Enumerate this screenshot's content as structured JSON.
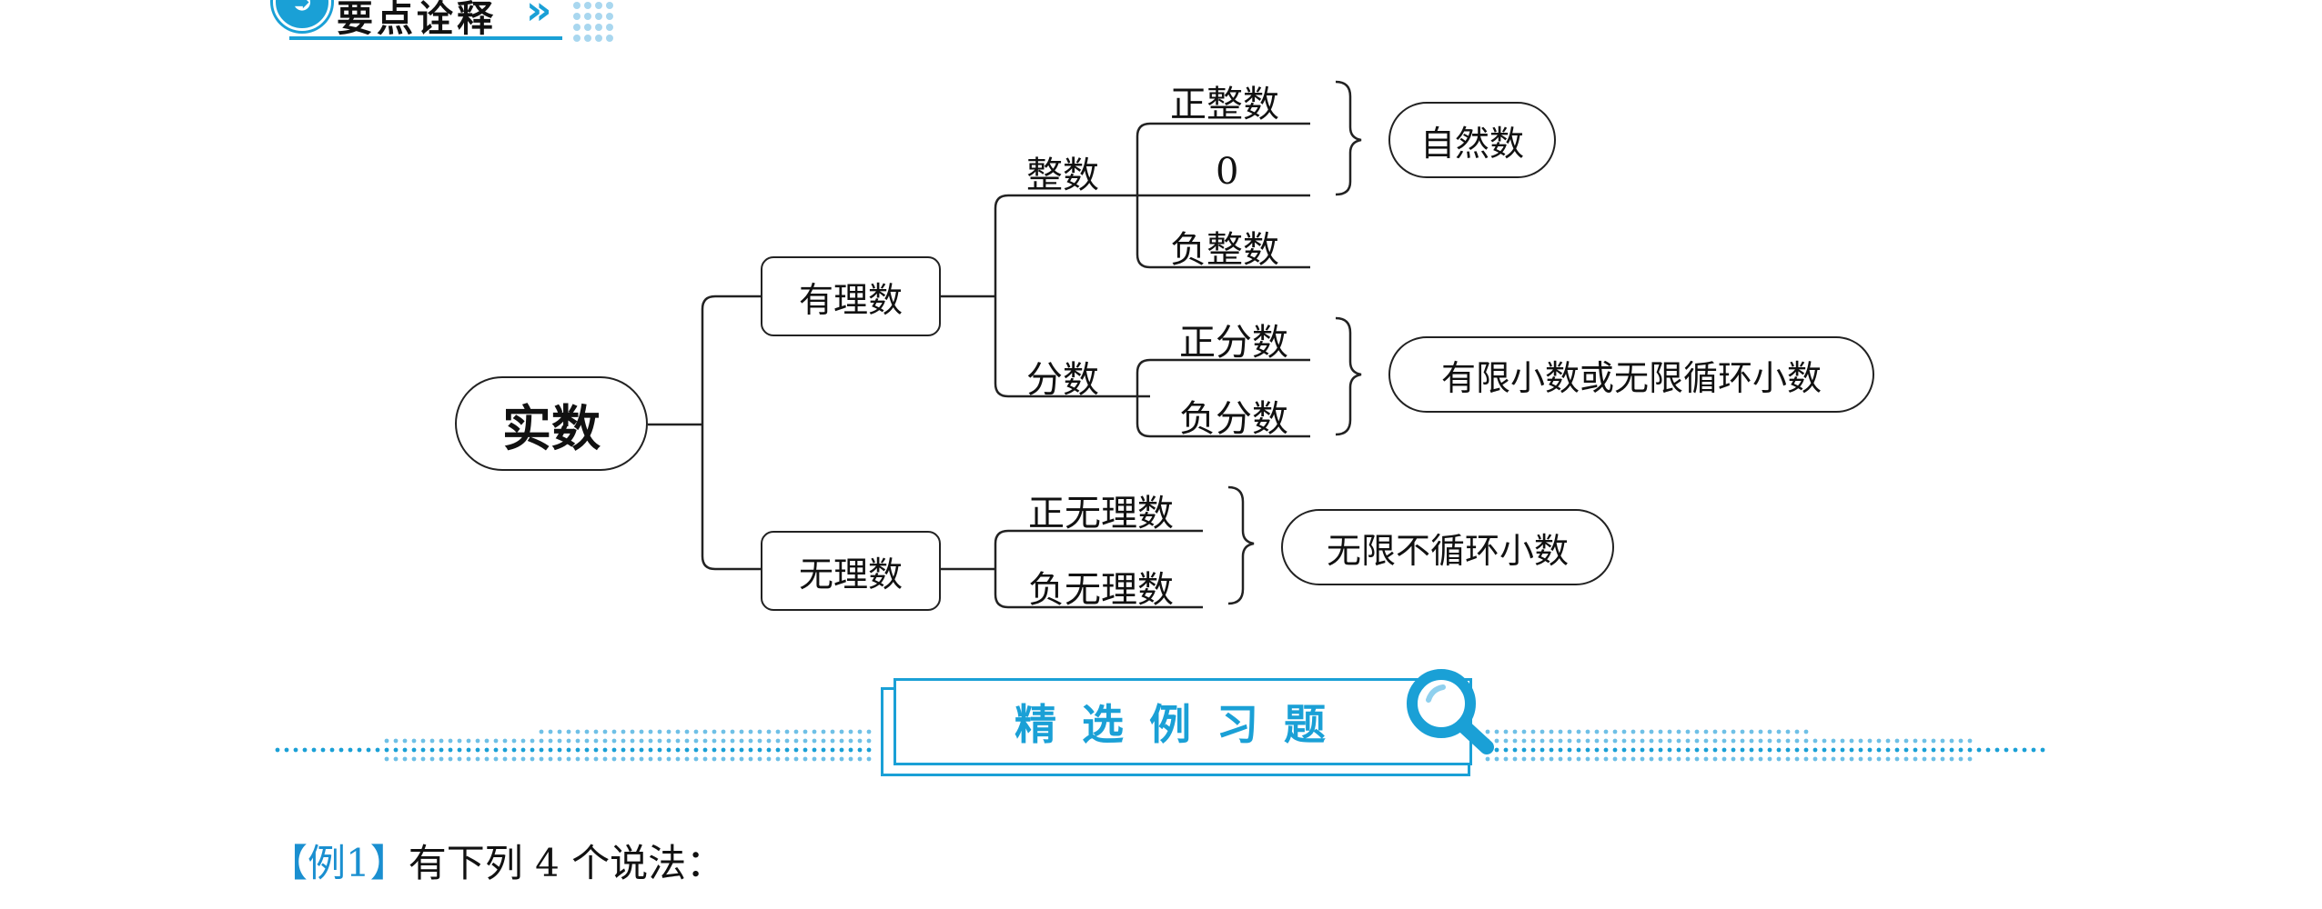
{
  "header": {
    "title": "要点诠释",
    "icon": "arrow-circle-icon",
    "accent": "#1aa0d6"
  },
  "tree": {
    "root": "实数",
    "rational": "有理数",
    "irrational": "无理数",
    "integer": "整数",
    "fraction": "分数",
    "positive_integer": "正整数",
    "zero": "0",
    "negative_integer": "负整数",
    "positive_fraction": "正分数",
    "negative_fraction": "负分数",
    "positive_irrational": "正无理数",
    "negative_irrational": "负无理数",
    "natural_numbers": "自然数",
    "fraction_note": "有限小数或无限循环小数",
    "irrational_note": "无限不循环小数"
  },
  "banner": {
    "title": "精选例习题",
    "icon": "magnifier-icon"
  },
  "example": {
    "tag": "【例1】",
    "text": "有下列 4 个说法："
  }
}
